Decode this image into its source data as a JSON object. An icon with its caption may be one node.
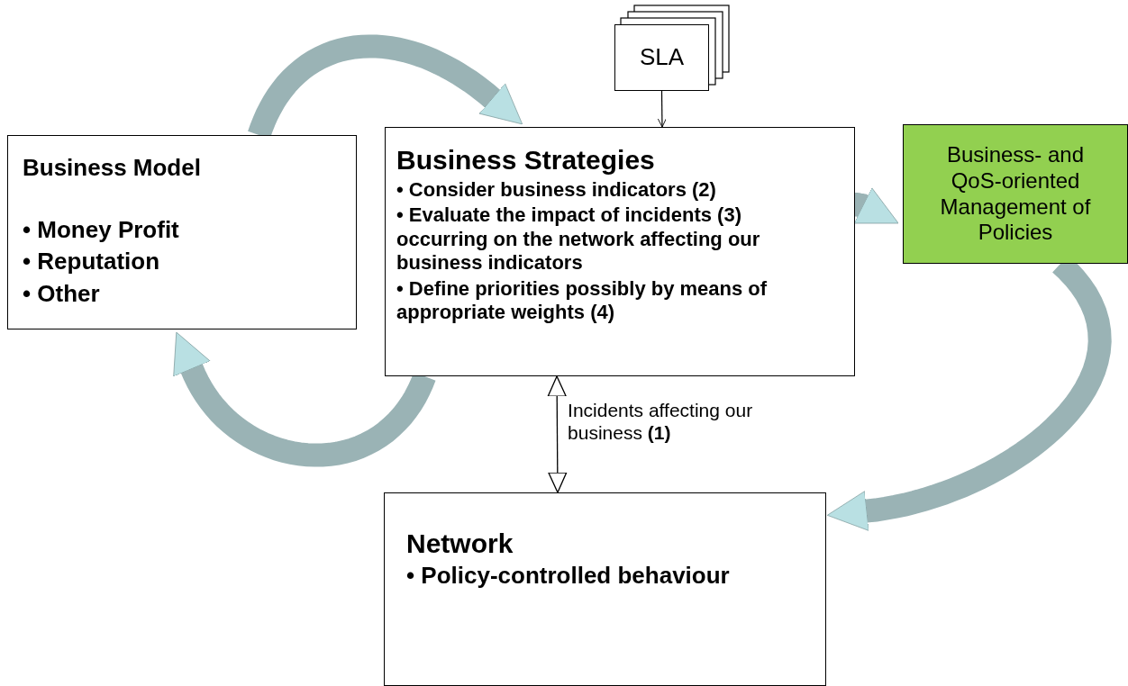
{
  "diagram": {
    "nodes": [
      {
        "text": [
          "Business Model",
          "• Money Profit",
          "• Reputation",
          "• Other"
        ]
      },
      {
        "text": [
          "Business Strategies",
          "• Consider business indicators (2)",
          "• Evaluate the impact of incidents (3) occurring on the network affecting our business indicators",
          "• Define priorities possibly by means of appropriate weights (4)"
        ]
      },
      {
        "text": [
          "Business- and QoS-oriented Management of Policies"
        ]
      },
      {
        "text": [
          "Network",
          "• Policy-controlled behaviour"
        ]
      },
      {
        "text": [
          "SLA"
        ]
      }
    ],
    "edges": [
      {
        "from": 4,
        "to": 1,
        "arrow": "to",
        "color": "#000000"
      },
      {
        "from": 1,
        "to": 2,
        "arrow": "to"
      },
      {
        "from": 1,
        "to": 3,
        "arrow": "both",
        "color": "#000000",
        "label": "Incidents affecting our business **(1)**"
      },
      {
        "from": 0,
        "to": 1,
        "arrow": "to"
      },
      {
        "from": 1,
        "to": 0,
        "arrow": "to"
      },
      {
        "from": 2,
        "to": 3,
        "arrow": "to"
      }
    ]
  }
}
